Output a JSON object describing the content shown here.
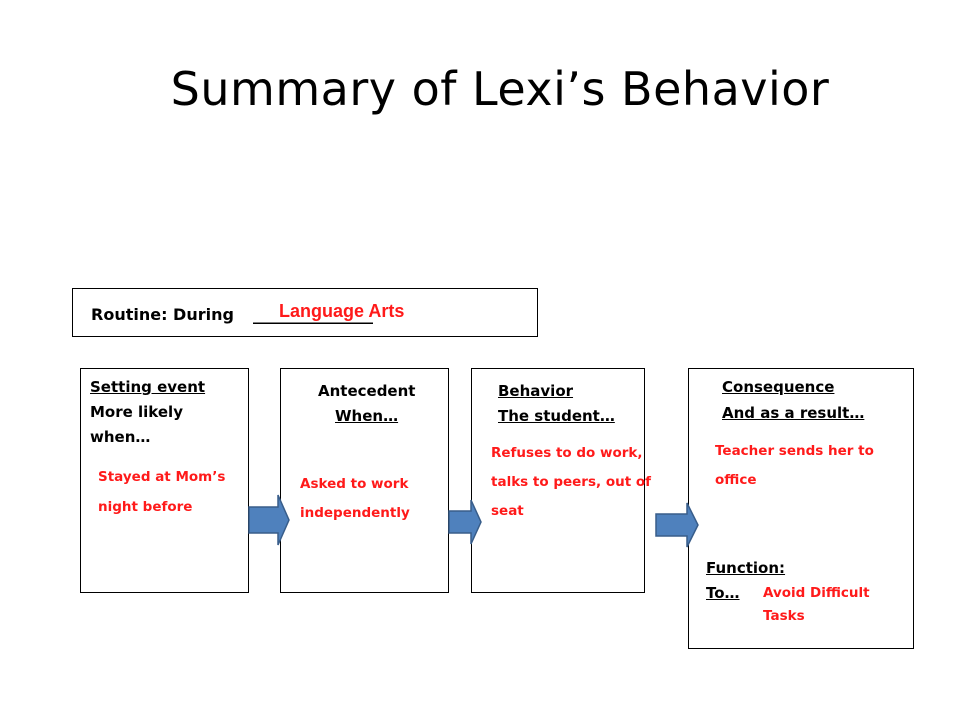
{
  "title": "Summary of Lexi’s Behavior",
  "routine": {
    "label": "Routine: During",
    "blank": "_______________",
    "value": "Language Arts"
  },
  "setting_event": {
    "heading": "Setting event",
    "line1": "More likely",
    "line2": "when…",
    "answer1": "Stayed at Mom’s",
    "answer2": "night before"
  },
  "antecedent": {
    "heading": "Antecedent",
    "line1": "When…",
    "answer1": "Asked to work",
    "answer2": "independently"
  },
  "behavior": {
    "heading": "Behavior",
    "line1": "The student…",
    "answer1": "Refuses to do work,",
    "answer2": "talks to peers, out of",
    "answer3": "seat"
  },
  "consequence": {
    "heading": "Consequence ",
    "line1": "And as a result…",
    "answer1": "Teacher sends her to",
    "answer2": "office"
  },
  "function": {
    "heading": "Function: ",
    "line1": "To…",
    "answer1": "Avoid Difficult",
    "answer2": "Tasks"
  },
  "colors": {
    "answer_red": "#ff1a1a",
    "arrow_fill": "#4f81bd",
    "arrow_stroke": "#385d8a"
  }
}
